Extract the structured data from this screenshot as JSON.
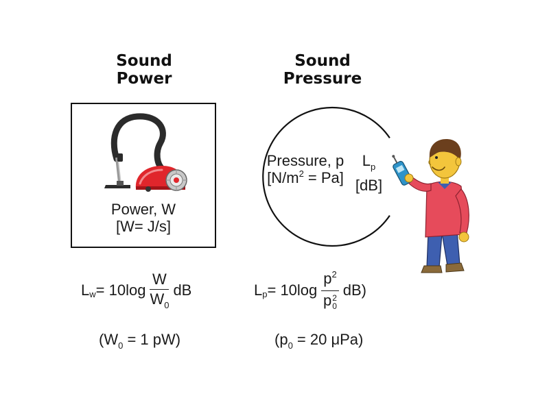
{
  "power": {
    "heading_line1": "Sound",
    "heading_line2": "Power",
    "label_line1": "Power, W",
    "label_line2": "[W= J/s]",
    "equation": {
      "lhs_symbol": "L",
      "lhs_sub": "w",
      "lhs_rest": "= 10log",
      "num": "W",
      "den_main": "W",
      "den_sub": "0",
      "unit": "dB"
    },
    "reference": {
      "open": "(W",
      "sub": "0",
      "rest": " = 1 pW)"
    }
  },
  "pressure": {
    "heading_line1": "Sound",
    "heading_line2": "Pressure",
    "label_line1": "Pressure, p",
    "label_line2_a": "[N/m",
    "label_line2_sup": "2",
    "label_line2_b": " = Pa]",
    "level_symbol": "L",
    "level_sub": "p",
    "level_unit": "[dB]",
    "equation": {
      "lhs_symbol": "L",
      "lhs_sub": "p",
      "lhs_rest": " = 10log",
      "num_main": "p",
      "num_sup": "2",
      "den_main": "p",
      "den_sup": "2",
      "den_sub": "0",
      "unit": "dB)"
    },
    "reference": {
      "open": "(p",
      "sub": "0",
      "rest": " = 20 μPa)"
    }
  },
  "colors": {
    "vacuum_body": "#e0262c",
    "vacuum_hose": "#2b2b2b",
    "person_shirt": "#e64b5b",
    "person_pants": "#3e5fb0",
    "person_skin": "#f3c53c",
    "person_hair": "#6b3f1d",
    "meter": "#2e93c9"
  }
}
